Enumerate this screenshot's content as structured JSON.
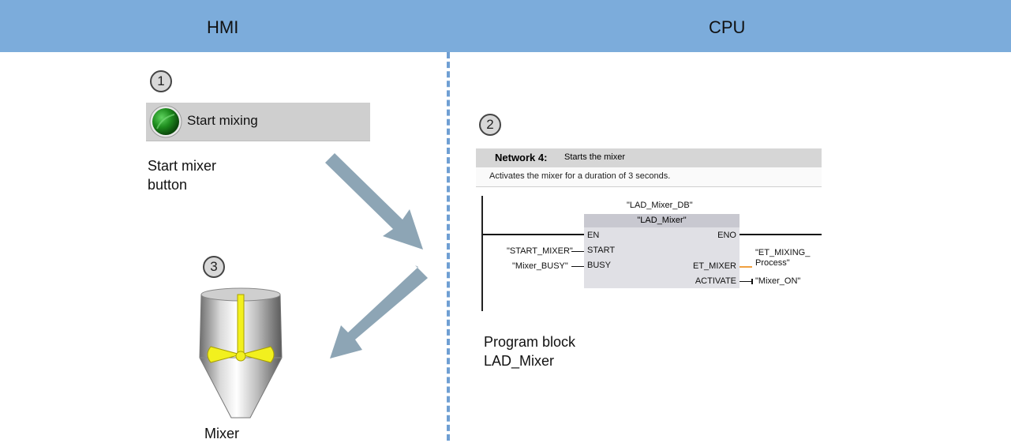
{
  "header": {
    "left_title": "HMI",
    "right_title": "CPU"
  },
  "steps": {
    "one": "1",
    "two": "2",
    "three": "3"
  },
  "hmi_button": {
    "label": "Start mixing"
  },
  "labels": {
    "start_button_line1": "Start mixer",
    "start_button_line2": "button",
    "mixer": "Mixer",
    "program_block_line1": "Program block",
    "program_block_line2": "LAD_Mixer"
  },
  "network": {
    "title": "Network 4:",
    "title_comment": "Starts the mixer",
    "comment": "Activates the mixer for a duration of 3 seconds.",
    "instance_db": "\"LAD_Mixer_DB\"",
    "block_name": "\"LAD_Mixer\"",
    "pins": {
      "en": "EN",
      "eno": "ENO",
      "start": "START",
      "busy": "BUSY",
      "et_mixer": "ET_MIXER",
      "activate": "ACTIVATE"
    },
    "operands": {
      "start": "\"START_MIXER\"",
      "busy": "\"Mixer_BUSY\"",
      "et_line1": "\"ET_MIXING_",
      "et_line2": "Process\"",
      "activate": "\"Mixer_ON\""
    }
  },
  "colors": {
    "header_bg": "#7cacdb",
    "divider": "#6f9fd3",
    "arrow": "#8da5b5",
    "lamp_green": "#1e8c1e",
    "agitator_yellow": "#f2f01e",
    "time_wire": "#f0a040"
  },
  "icons": {
    "lamp": "green-lamp-icon",
    "mixer": "mixer-tank-icon",
    "arrow_in": "arrow-down-right-icon",
    "arrow_out": "arrow-down-left-icon"
  }
}
